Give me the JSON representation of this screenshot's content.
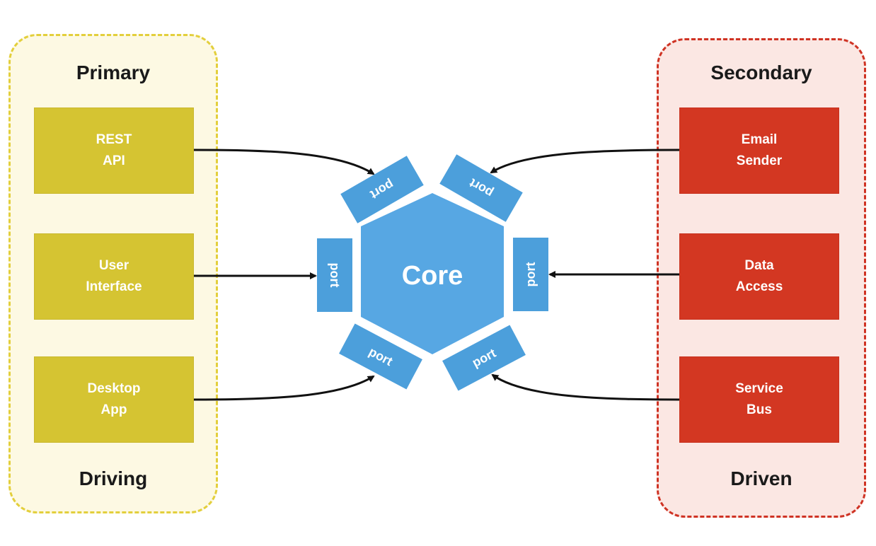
{
  "primary": {
    "title": "Primary",
    "footer": "Driving",
    "adapters": [
      "REST\nAPI",
      "User\nInterface",
      "Desktop\nApp"
    ]
  },
  "secondary": {
    "title": "Secondary",
    "footer": "Driven",
    "adapters": [
      "Email\nSender",
      "Data\nAccess",
      "Service\nBus"
    ]
  },
  "core": {
    "label": "Core",
    "ports": [
      "port",
      "port",
      "port",
      "port",
      "port",
      "port"
    ]
  },
  "colors": {
    "primary_fill": "#d5c432",
    "primary_border": "#e3cf3c",
    "secondary_fill": "#d33722",
    "secondary_border": "#cf3324",
    "core_fill": "#57a7e3",
    "port_fill": "#4c9fdb"
  }
}
